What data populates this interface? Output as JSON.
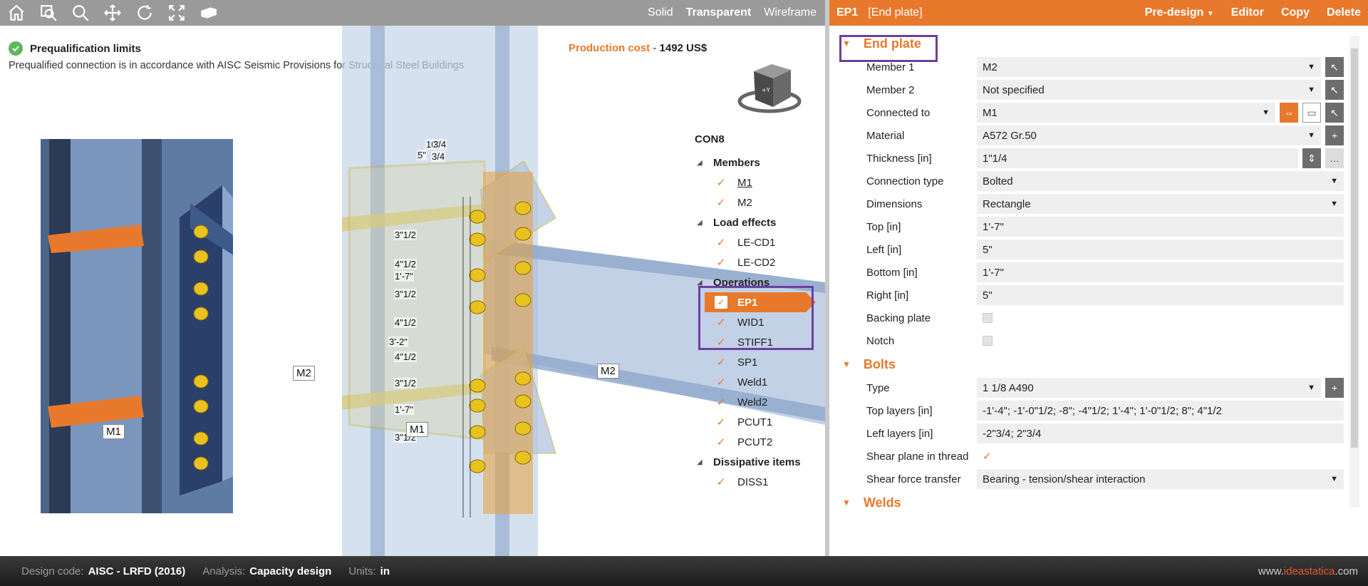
{
  "toolbar": {
    "icons": [
      "home-icon",
      "zoom-window-icon",
      "zoom-icon",
      "pan-icon",
      "rotate-icon",
      "fit-screen-icon",
      "view-icon"
    ],
    "view_modes": [
      "Solid",
      "Transparent",
      "Wireframe"
    ],
    "active_view_mode": "Transparent"
  },
  "prequal": {
    "title": "Prequalification limits",
    "message": "Prequalified connection is in accordance with AISC Seismic Provisions for Structural Steel Buildings"
  },
  "production_cost": {
    "label": "Production cost",
    "separator": "-",
    "value": "1492 US$"
  },
  "scene": {
    "left_labels": {
      "m1": "M1",
      "m2": "M2"
    },
    "main_labels": {
      "m1": "M1",
      "m2": "M2"
    },
    "dims": [
      "10\"",
      "5\"",
      "3/4",
      "3/4",
      "3\"1/2",
      "4\"1/2",
      "1'-7\"",
      "3\"1/2",
      "4\"1/2",
      "3'-2\"",
      "4\"1/2",
      "3\"1/2",
      "1'-7\"",
      "3\"1/2"
    ]
  },
  "tree": {
    "root": "CON8",
    "groups": [
      {
        "label": "Members",
        "items": [
          {
            "label": "M1",
            "link": true
          },
          {
            "label": "M2",
            "link": false
          }
        ]
      },
      {
        "label": "Load effects",
        "items": [
          {
            "label": "LE-CD1"
          },
          {
            "label": "LE-CD2"
          }
        ]
      },
      {
        "label": "Operations",
        "items": [
          {
            "label": "EP1",
            "selected": true
          },
          {
            "label": "WID1"
          },
          {
            "label": "STIFF1"
          },
          {
            "label": "SP1"
          },
          {
            "label": "Weld1"
          },
          {
            "label": "Weld2"
          },
          {
            "label": "PCUT1"
          },
          {
            "label": "PCUT2"
          }
        ]
      },
      {
        "label": "Dissipative items",
        "items": [
          {
            "label": "DISS1"
          }
        ]
      }
    ]
  },
  "panel": {
    "header": {
      "id": "EP1",
      "name": "[End plate]",
      "predesign": "Pre-design",
      "editor": "Editor",
      "copy": "Copy",
      "delete": "Delete"
    },
    "end_plate": {
      "title": "End plate",
      "rows": [
        {
          "label": "Member 1",
          "value": "M2"
        },
        {
          "label": "Member 2",
          "value": "Not specified"
        },
        {
          "label": "Connected to",
          "value": "M1"
        },
        {
          "label": "Material",
          "value": "A572 Gr.50"
        },
        {
          "label": "Thickness [in]",
          "value": "1\"1/4"
        },
        {
          "label": "Connection type",
          "value": "Bolted"
        },
        {
          "label": "Dimensions",
          "value": "Rectangle"
        },
        {
          "label": "Top [in]",
          "value": "1'-7\""
        },
        {
          "label": "Left [in]",
          "value": "5\""
        },
        {
          "label": "Bottom [in]",
          "value": "1'-7\""
        },
        {
          "label": "Right [in]",
          "value": "5\""
        },
        {
          "label": "Backing plate",
          "value": ""
        },
        {
          "label": "Notch",
          "value": ""
        }
      ]
    },
    "bolts": {
      "title": "Bolts",
      "rows": [
        {
          "label": "Type",
          "value": "1 1/8 A490"
        },
        {
          "label": "Top layers [in]",
          "value": "-1'-4\"; -1'-0\"1/2; -8\"; -4\"1/2; 1'-4\"; 1'-0\"1/2; 8\"; 4\"1/2"
        },
        {
          "label": "Left layers [in]",
          "value": "-2\"3/4; 2\"3/4"
        },
        {
          "label": "Shear plane in thread",
          "value": ""
        },
        {
          "label": "Shear force transfer",
          "value": "Bearing - tension/shear interaction"
        }
      ]
    },
    "welds": {
      "title": "Welds"
    }
  },
  "status": {
    "design_code_label": "Design code:",
    "design_code": "AISC - LRFD (2016)",
    "analysis_label": "Analysis:",
    "analysis": "Capacity design",
    "units_label": "Units:",
    "units": "in",
    "brand_prefix": "www.",
    "brand_main": "ideastatica",
    "brand_suffix": ".com"
  },
  "colors": {
    "accent": "#e8792c",
    "highlight": "#6c3fa0",
    "steel": "#2b3f6b"
  }
}
